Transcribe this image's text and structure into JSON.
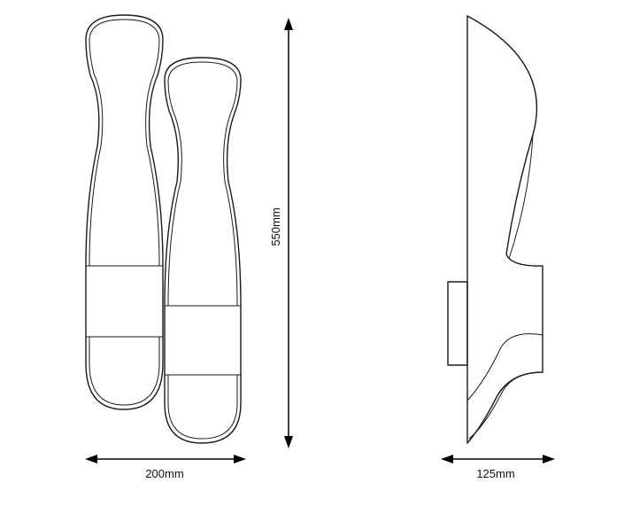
{
  "dimensions": {
    "width_front": "200mm",
    "height": "550mm",
    "depth": "125mm"
  },
  "colors": {
    "line": "#1a1a1a",
    "background": "#ffffff"
  }
}
